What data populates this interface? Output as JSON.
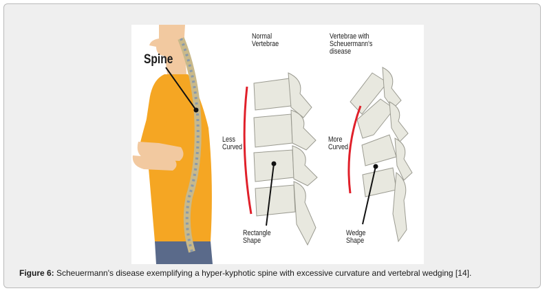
{
  "figure": {
    "labels": {
      "spine": "Spine",
      "normal_vertebrae": "Normal\nVertebrae",
      "scheuermann_vertebrae": "Vertebrae with\nScheuermann's\ndisease",
      "less_curved": "Less\nCurved",
      "more_curved": "More\nCurved",
      "rectangle_shape": "Rectangle\nShape",
      "wedge_shape": "Wedge\nShape"
    },
    "colors": {
      "shirt": "#f5a623",
      "skin": "#f2c9a0",
      "pants": "#5a6a8a",
      "bone": "#e8e8df",
      "curve_line": "#e0202a",
      "panel_bg": "#efefef"
    }
  },
  "caption": {
    "label": "Figure 6:",
    "text": " Scheuermann's disease exemplifying a hyper-kyphotic spine with excessive curvature and vertebral wedging [14]."
  }
}
